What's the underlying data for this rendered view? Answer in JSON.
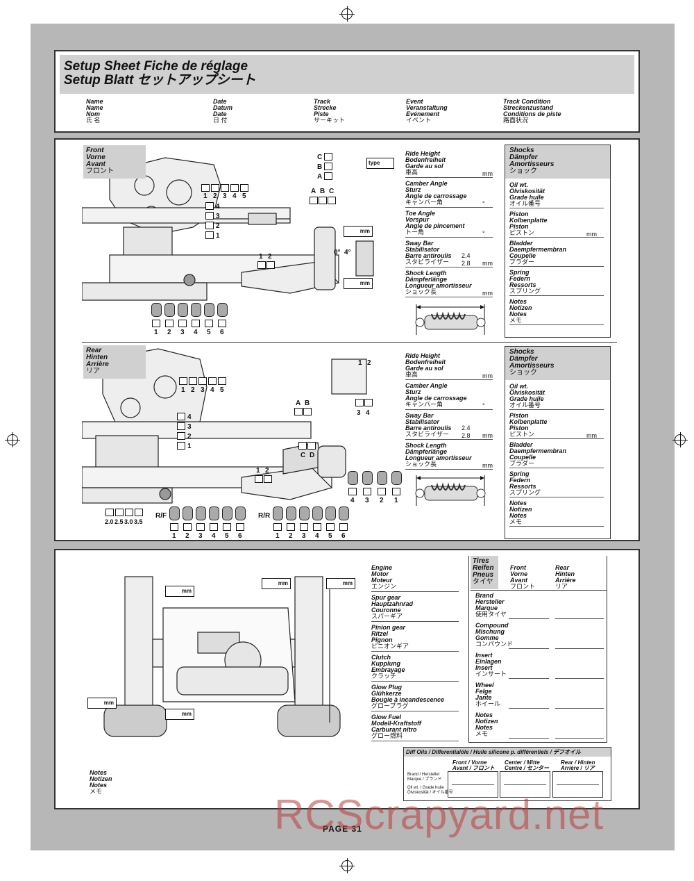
{
  "header": {
    "title_line1": "Setup Sheet  Fiche de réglage",
    "title_line2": "Setup Blatt   セットアップシート",
    "fields": [
      {
        "lines": [
          "Name",
          "Name",
          "Nom",
          "氏 名"
        ]
      },
      {
        "lines": [
          "Date",
          "Datum",
          "Date",
          "日 付"
        ]
      },
      {
        "lines": [
          "Track",
          "Strecke",
          "Piste",
          "サーキット"
        ]
      },
      {
        "lines": [
          "Event",
          "Veranstaltung",
          "Evénement",
          "イベント"
        ]
      },
      {
        "lines": [
          "Track Condition",
          "Streckenzustand",
          "Conditions de piste",
          "路面状況"
        ]
      }
    ]
  },
  "front": {
    "title": [
      "Front",
      "Vorne",
      "Avant",
      "フロント"
    ],
    "upper_nums": [
      "1",
      "2",
      "3",
      "4",
      "5"
    ],
    "side_nums": [
      "4",
      "3",
      "2",
      "1"
    ],
    "cba": [
      "C",
      "B",
      "A"
    ],
    "type_label": "type",
    "abc": [
      "A",
      "B",
      "C"
    ],
    "mm": "mm",
    "one_two": [
      "1",
      "2"
    ],
    "deg": [
      "0°",
      "4°"
    ],
    "bottom_nums": [
      "1",
      "2",
      "3",
      "4",
      "5",
      "6"
    ],
    "settings": [
      {
        "lines": [
          "Ride Height",
          "Bodenfreiheit",
          "Garde au sol",
          "車高"
        ],
        "unit": "mm"
      },
      {
        "lines": [
          "Camber Angle",
          "Sturz",
          "Angle de carrossage",
          "キャンバー角"
        ],
        "unit": "°"
      },
      {
        "lines": [
          "Toe Angle",
          "Vorspur",
          "Angle de pincement",
          "トー角"
        ],
        "unit": "°"
      },
      {
        "lines": [
          "Sway Bar",
          "Stabilisator",
          "Barre antiroulis",
          "スタビライザー"
        ],
        "v1": "2.4",
        "v2": "2.8",
        "unit": "mm"
      },
      {
        "lines": [
          "Shock Length",
          "Dämpferlänge",
          "Longueur amortisseur",
          "ショック長"
        ],
        "unit": "mm"
      }
    ],
    "shocks": {
      "title": [
        "Shocks",
        "Dämpfer",
        "Amortisseurs",
        "ショック"
      ],
      "items": [
        {
          "lines": [
            "Oil wt.",
            "Ölviskosität",
            "Grade huile",
            "オイル番号"
          ]
        },
        {
          "lines": [
            "Piston",
            "Kolbenplatte",
            "Piston",
            "ピストン"
          ],
          "unit": "mm"
        },
        {
          "lines": [
            "Bladder",
            "Daempfermembran",
            "Coupelle",
            "ブラダー"
          ]
        },
        {
          "lines": [
            "Spring",
            "Federn",
            "Ressorts",
            "スプリング"
          ]
        },
        {
          "lines": [
            "Notes",
            "Notizen",
            "Notes",
            "メモ"
          ]
        }
      ]
    }
  },
  "rear": {
    "title": [
      "Rear",
      "Hinten",
      "Arrière",
      "リア"
    ],
    "upper_nums": [
      "1",
      "2",
      "3",
      "4",
      "5"
    ],
    "side_nums": [
      "4",
      "3",
      "2",
      "1"
    ],
    "ab": [
      "A",
      "B"
    ],
    "cd": [
      "C",
      "D"
    ],
    "one_two": [
      "1",
      "2"
    ],
    "one_two_top": [
      "1",
      "2"
    ],
    "three_four": [
      "3",
      "4"
    ],
    "hub_nums": [
      "4",
      "3",
      "2",
      "1"
    ],
    "bar_vals": [
      "2.0",
      "2.5",
      "3.0",
      "3.5"
    ],
    "rf": "R/F",
    "rr": "R/R",
    "bottom_nums": [
      "1",
      "2",
      "3",
      "4",
      "5",
      "6"
    ],
    "settings": [
      {
        "lines": [
          "Ride Height",
          "Bodenfreiheit",
          "Garde au sol",
          "車高"
        ],
        "unit": "mm"
      },
      {
        "lines": [
          "Camber Angle",
          "Sturz",
          "Angle de carrossage",
          "キャンバー角"
        ],
        "unit": "°"
      },
      {
        "lines": [
          "Sway Bar",
          "Stabilisator",
          "Barre antiroulis",
          "スタビライザー"
        ],
        "v1": "2.4",
        "v2": "2.8",
        "unit": "mm"
      },
      {
        "lines": [
          "Shock Length",
          "Dämpferlänge",
          "Longueur amortisseur",
          "ショック長"
        ],
        "unit": "mm"
      }
    ],
    "shocks": {
      "title": [
        "Shocks",
        "Dämpfer",
        "Amortisseurs",
        "ショック"
      ],
      "items": [
        {
          "lines": [
            "Oil wt.",
            "Ölviskosität",
            "Grade huile",
            "オイル番号"
          ]
        },
        {
          "lines": [
            "Piston",
            "Kolbenplatte",
            "Piston",
            "ピストン"
          ],
          "unit": "mm"
        },
        {
          "lines": [
            "Bladder",
            "Daempfermembran",
            "Coupelle",
            "ブラダー"
          ]
        },
        {
          "lines": [
            "Spring",
            "Federn",
            "Ressorts",
            "スプリング"
          ]
        },
        {
          "lines": [
            "Notes",
            "Notizen",
            "Notes",
            "メモ"
          ]
        }
      ]
    }
  },
  "chassis": {
    "mm": "mm",
    "engine": [
      {
        "lines": [
          "Engine",
          "Motor",
          "Moteur",
          "エンジン"
        ]
      },
      {
        "lines": [
          "Spur gear",
          "Hauptzahnrad",
          "Couronne",
          "スパーギア"
        ]
      },
      {
        "lines": [
          "Pinion gear",
          "Ritzel",
          "Pignon",
          "ピニオンギア"
        ]
      },
      {
        "lines": [
          "Clutch",
          "Kupplung",
          "Embrayage",
          "クラッチ"
        ]
      },
      {
        "lines": [
          "Glow Plug",
          "Glühkerze",
          "Bougie à incandescence",
          "グロープラグ"
        ]
      },
      {
        "lines": [
          "Glow Fuel",
          "Modell-Kraftstoff",
          "Carburant nitro",
          "グロー燃料"
        ]
      }
    ],
    "tires": {
      "title": [
        "Tires",
        "Reifen",
        "Pneus",
        "タイヤ"
      ],
      "front": [
        "Front",
        "Vorne",
        "Avant",
        "フロント"
      ],
      "rear": [
        "Rear",
        "Hinten",
        "Arrière",
        "リア"
      ],
      "items": [
        {
          "lines": [
            "Brand",
            "Hersteller",
            "Marque",
            "使用タイヤ"
          ]
        },
        {
          "lines": [
            "Compound",
            "Mischung",
            "Gomme",
            "コンパウンド"
          ]
        },
        {
          "lines": [
            "Insert",
            "Einlagen",
            "Insert",
            "インサート"
          ]
        },
        {
          "lines": [
            "Wheel",
            "Felge",
            "Jante",
            "ホイール"
          ]
        },
        {
          "lines": [
            "Notes",
            "Notizen",
            "Notes",
            "メモ"
          ]
        }
      ]
    },
    "diff": {
      "title": "Diff Oils / Differentialöle / Huile silicone p. différentiels / デフオイル",
      "cols": [
        [
          "Front / Vorne",
          "Avant / フロント"
        ],
        [
          "Center / Mitte",
          "Centre / センター"
        ],
        [
          "Rear / Hinten",
          "Arrière / リア"
        ]
      ],
      "row1": [
        "Brand / Hersteller",
        "Marque / ブランド"
      ],
      "row2": [
        "Oil wt. / Grade huile",
        "Ölviskosität / オイル番号"
      ]
    },
    "notes": [
      "Notes",
      "Notizen",
      "Notes",
      "メモ"
    ]
  },
  "footer": {
    "page": "PAGE 31"
  },
  "watermark": "RCScrapyard.net"
}
